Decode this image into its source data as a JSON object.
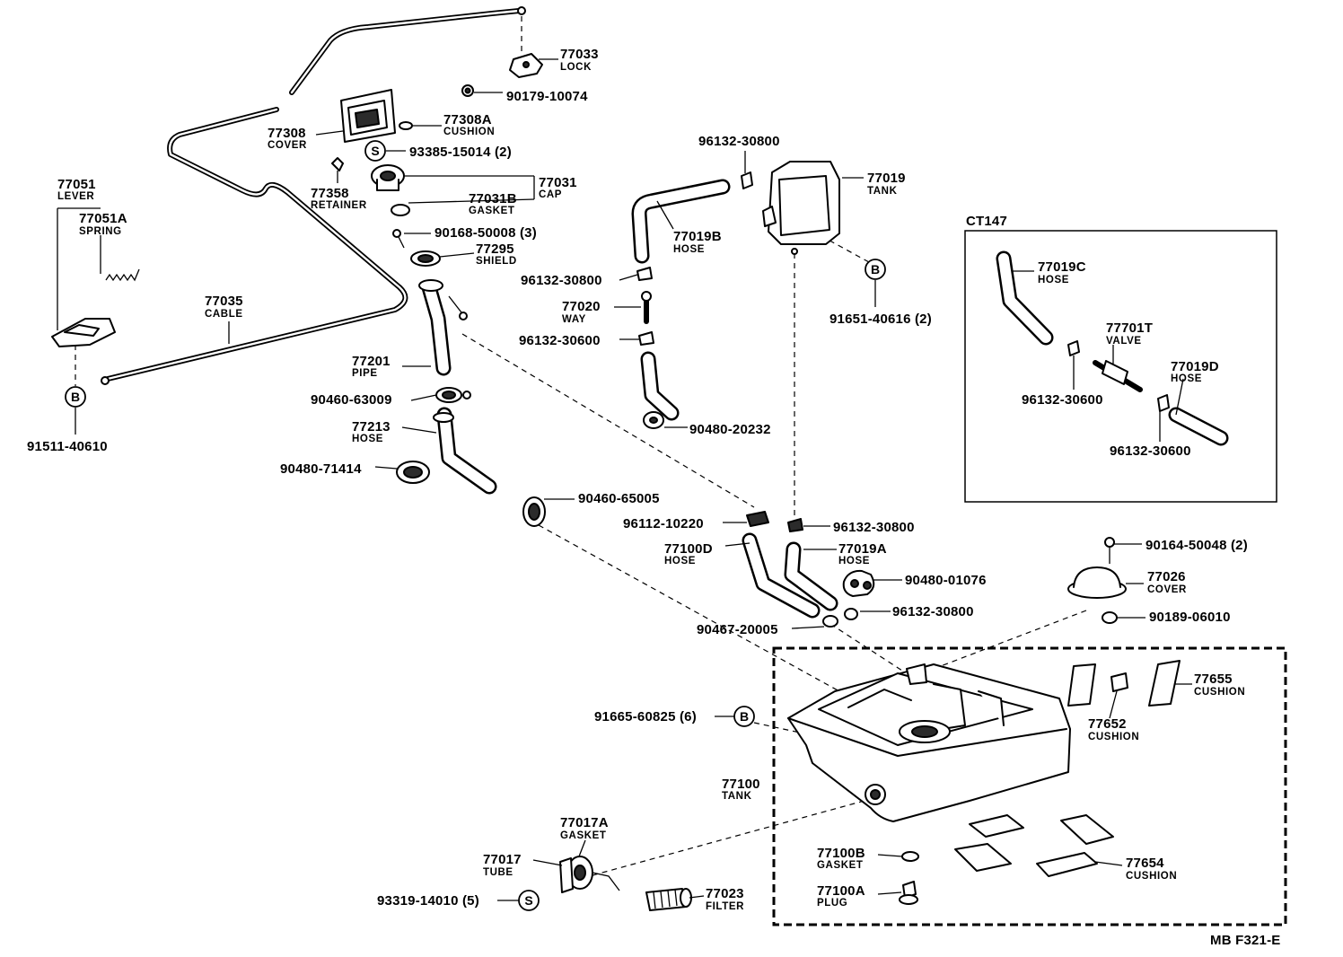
{
  "diagram_id": "MB F321-E",
  "markers": {
    "b": "B",
    "s": "S"
  },
  "labels": {
    "l77033": {
      "part": "77033",
      "desc": "LOCK"
    },
    "l90179": {
      "part": "90179-10074"
    },
    "l77308a": {
      "part": "77308A",
      "desc": "CUSHION"
    },
    "l77308": {
      "part": "77308",
      "desc": "COVER"
    },
    "l93385": {
      "part": "93385-15014 (2)"
    },
    "l77358": {
      "part": "77358",
      "desc": "RETAINER"
    },
    "l77031": {
      "part": "77031",
      "desc": "CAP"
    },
    "l77031b": {
      "part": "77031B",
      "desc": "GASKET"
    },
    "l90168": {
      "part": "90168-50008 (3)"
    },
    "l77295": {
      "part": "77295",
      "desc": "SHIELD"
    },
    "l77051": {
      "part": "77051",
      "desc": "LEVER"
    },
    "l77051a": {
      "part": "77051A",
      "desc": "SPRING"
    },
    "l77035": {
      "part": "77035",
      "desc": "CABLE"
    },
    "l91511": {
      "part": "91511-40610"
    },
    "l77201": {
      "part": "77201",
      "desc": "PIPE"
    },
    "l90460_63009": {
      "part": "90460-63009"
    },
    "l77213": {
      "part": "77213",
      "desc": "HOSE"
    },
    "l90480_71414": {
      "part": "90480-71414"
    },
    "l90460_65005": {
      "part": "90460-65005"
    },
    "l96132_top": {
      "part": "96132-30800"
    },
    "l77019": {
      "part": "77019",
      "desc": "TANK"
    },
    "l77019b": {
      "part": "77019B",
      "desc": "HOSE"
    },
    "l96132_a": {
      "part": "96132-30800"
    },
    "l77020": {
      "part": "77020",
      "desc": "WAY"
    },
    "l96132_b": {
      "part": "96132-30600"
    },
    "l90480_20232": {
      "part": "90480-20232"
    },
    "l91651": {
      "part": "91651-40616 (2)"
    },
    "l96112": {
      "part": "96112-10220"
    },
    "l96132_c": {
      "part": "96132-30800"
    },
    "l77100d": {
      "part": "77100D",
      "desc": "HOSE"
    },
    "l77019a": {
      "part": "77019A",
      "desc": "HOSE"
    },
    "l90480_01076": {
      "part": "90480-01076"
    },
    "l96132_d": {
      "part": "96132-30800"
    },
    "l90467": {
      "part": "90467-20005"
    },
    "l90164": {
      "part": "90164-50048 (2)"
    },
    "l77026": {
      "part": "77026",
      "desc": "COVER"
    },
    "l90189": {
      "part": "90189-06010"
    },
    "l91665": {
      "part": "91665-60825 (6)"
    },
    "l77655": {
      "part": "77655",
      "desc": "CUSHION"
    },
    "l77652": {
      "part": "77652",
      "desc": "CUSHION"
    },
    "l77100": {
      "part": "77100",
      "desc": "TANK"
    },
    "l77017a": {
      "part": "77017A",
      "desc": "GASKET"
    },
    "l77017": {
      "part": "77017",
      "desc": "TUBE"
    },
    "l93319": {
      "part": "93319-14010 (5)"
    },
    "l77023": {
      "part": "77023",
      "desc": "FILTER"
    },
    "l77100b": {
      "part": "77100B",
      "desc": "GASKET"
    },
    "l77654": {
      "part": "77654",
      "desc": "CUSHION"
    },
    "l77100a": {
      "part": "77100A",
      "desc": "PLUG"
    },
    "l77019c": {
      "part": "77019C",
      "desc": "HOSE"
    },
    "l77701t": {
      "part": "77701T",
      "desc": "VALVE"
    },
    "l77019d": {
      "part": "77019D",
      "desc": "HOSE"
    },
    "l96132_e": {
      "part": "96132-30600"
    },
    "l96132_f": {
      "part": "96132-30600"
    }
  },
  "inset": {
    "title": "CT147"
  }
}
